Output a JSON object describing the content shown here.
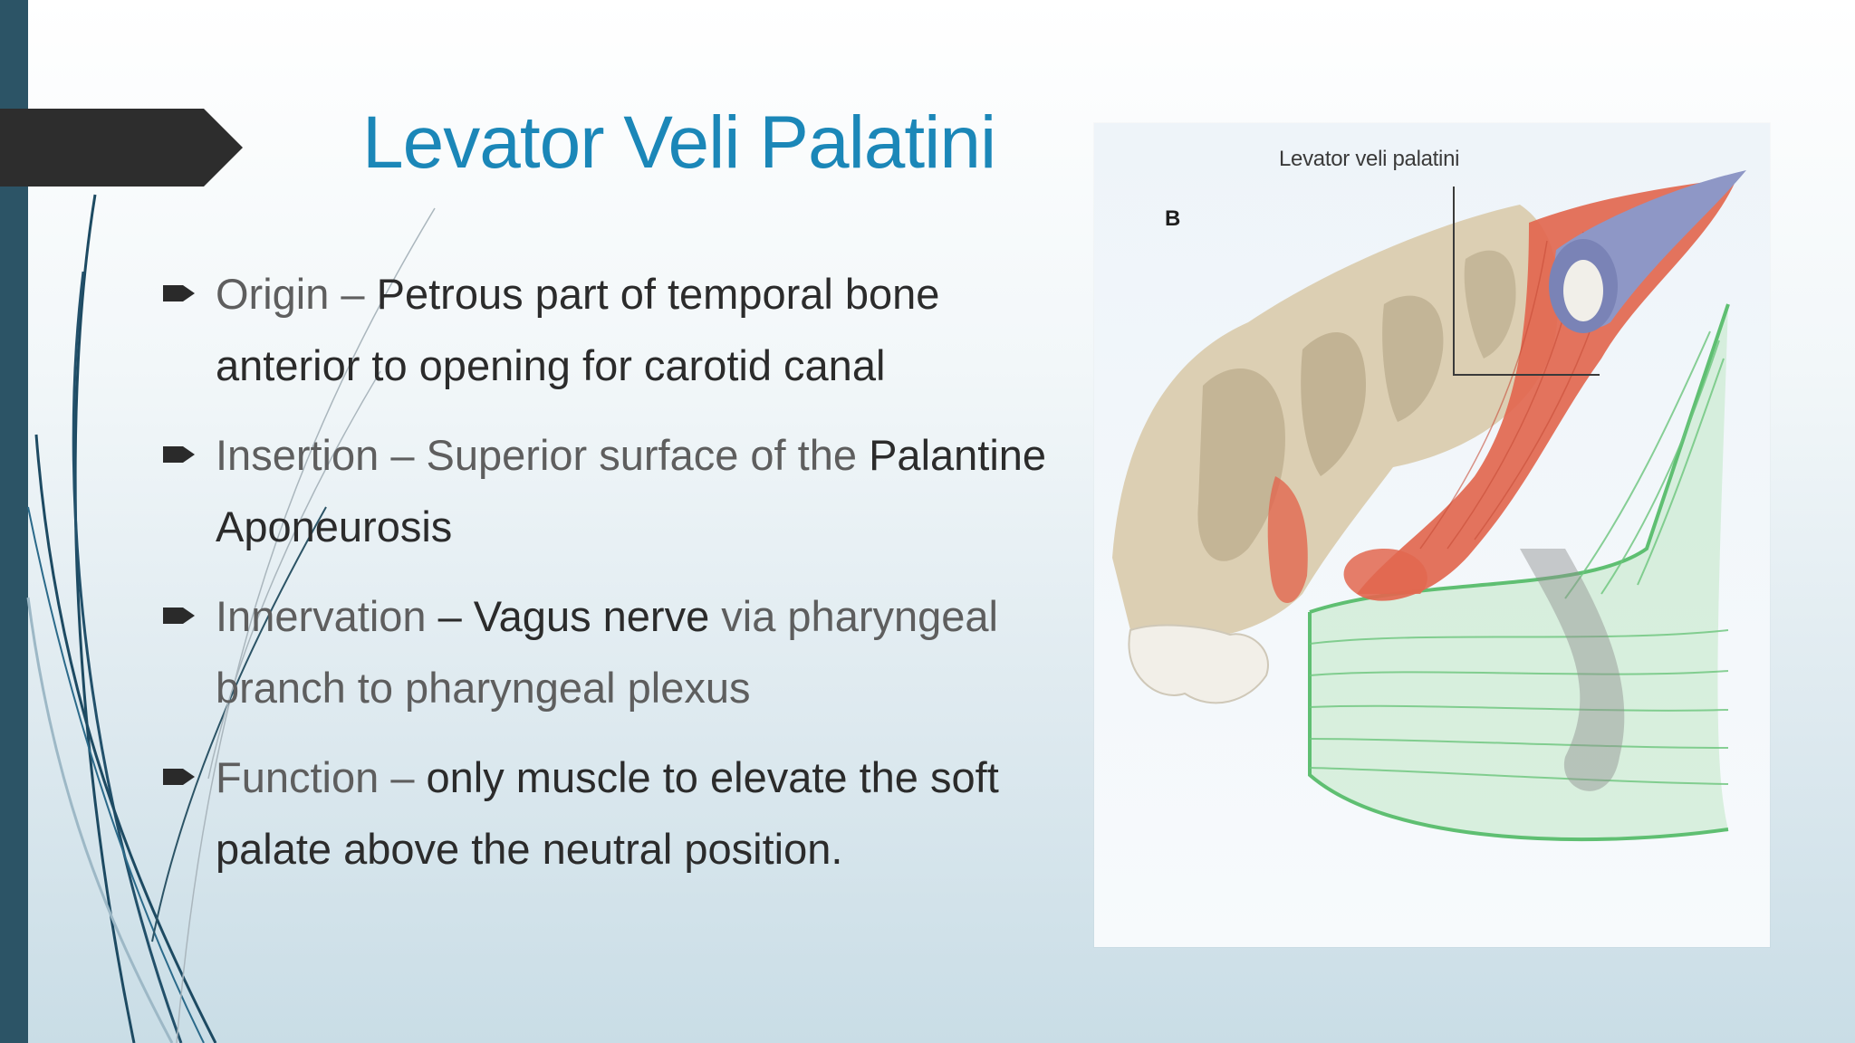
{
  "slide": {
    "title": "Levator Veli Palatini",
    "bullets": [
      {
        "label": "Origin – ",
        "emph": "Petrous part of temporal bone anterior to opening for carotid canal",
        "tail": ""
      },
      {
        "label": "Insertion – Superior surface of the ",
        "emph": "Palantine Aponeurosis",
        "tail": ""
      },
      {
        "label": "Innervation ",
        "emph": "– Vagus nerve",
        "tail": " via pharyngeal branch to pharyngeal plexus"
      },
      {
        "label": "Function –  ",
        "emph": "only muscle to elevate the soft palate above the neutral position.",
        "tail": ""
      }
    ],
    "figure": {
      "label": "Levator veli palatini",
      "panel_letter": "B"
    }
  },
  "colors": {
    "accent": "#1b87b8",
    "left_bar": "#2c5466",
    "title_tab": "#2d2d2d",
    "muscle": "#e2674f",
    "bone": "#d8ccb0",
    "mesh": "#74c784",
    "vessel": "#8e97c6"
  },
  "icons": {
    "bullet": "arrow-bullet-icon"
  }
}
